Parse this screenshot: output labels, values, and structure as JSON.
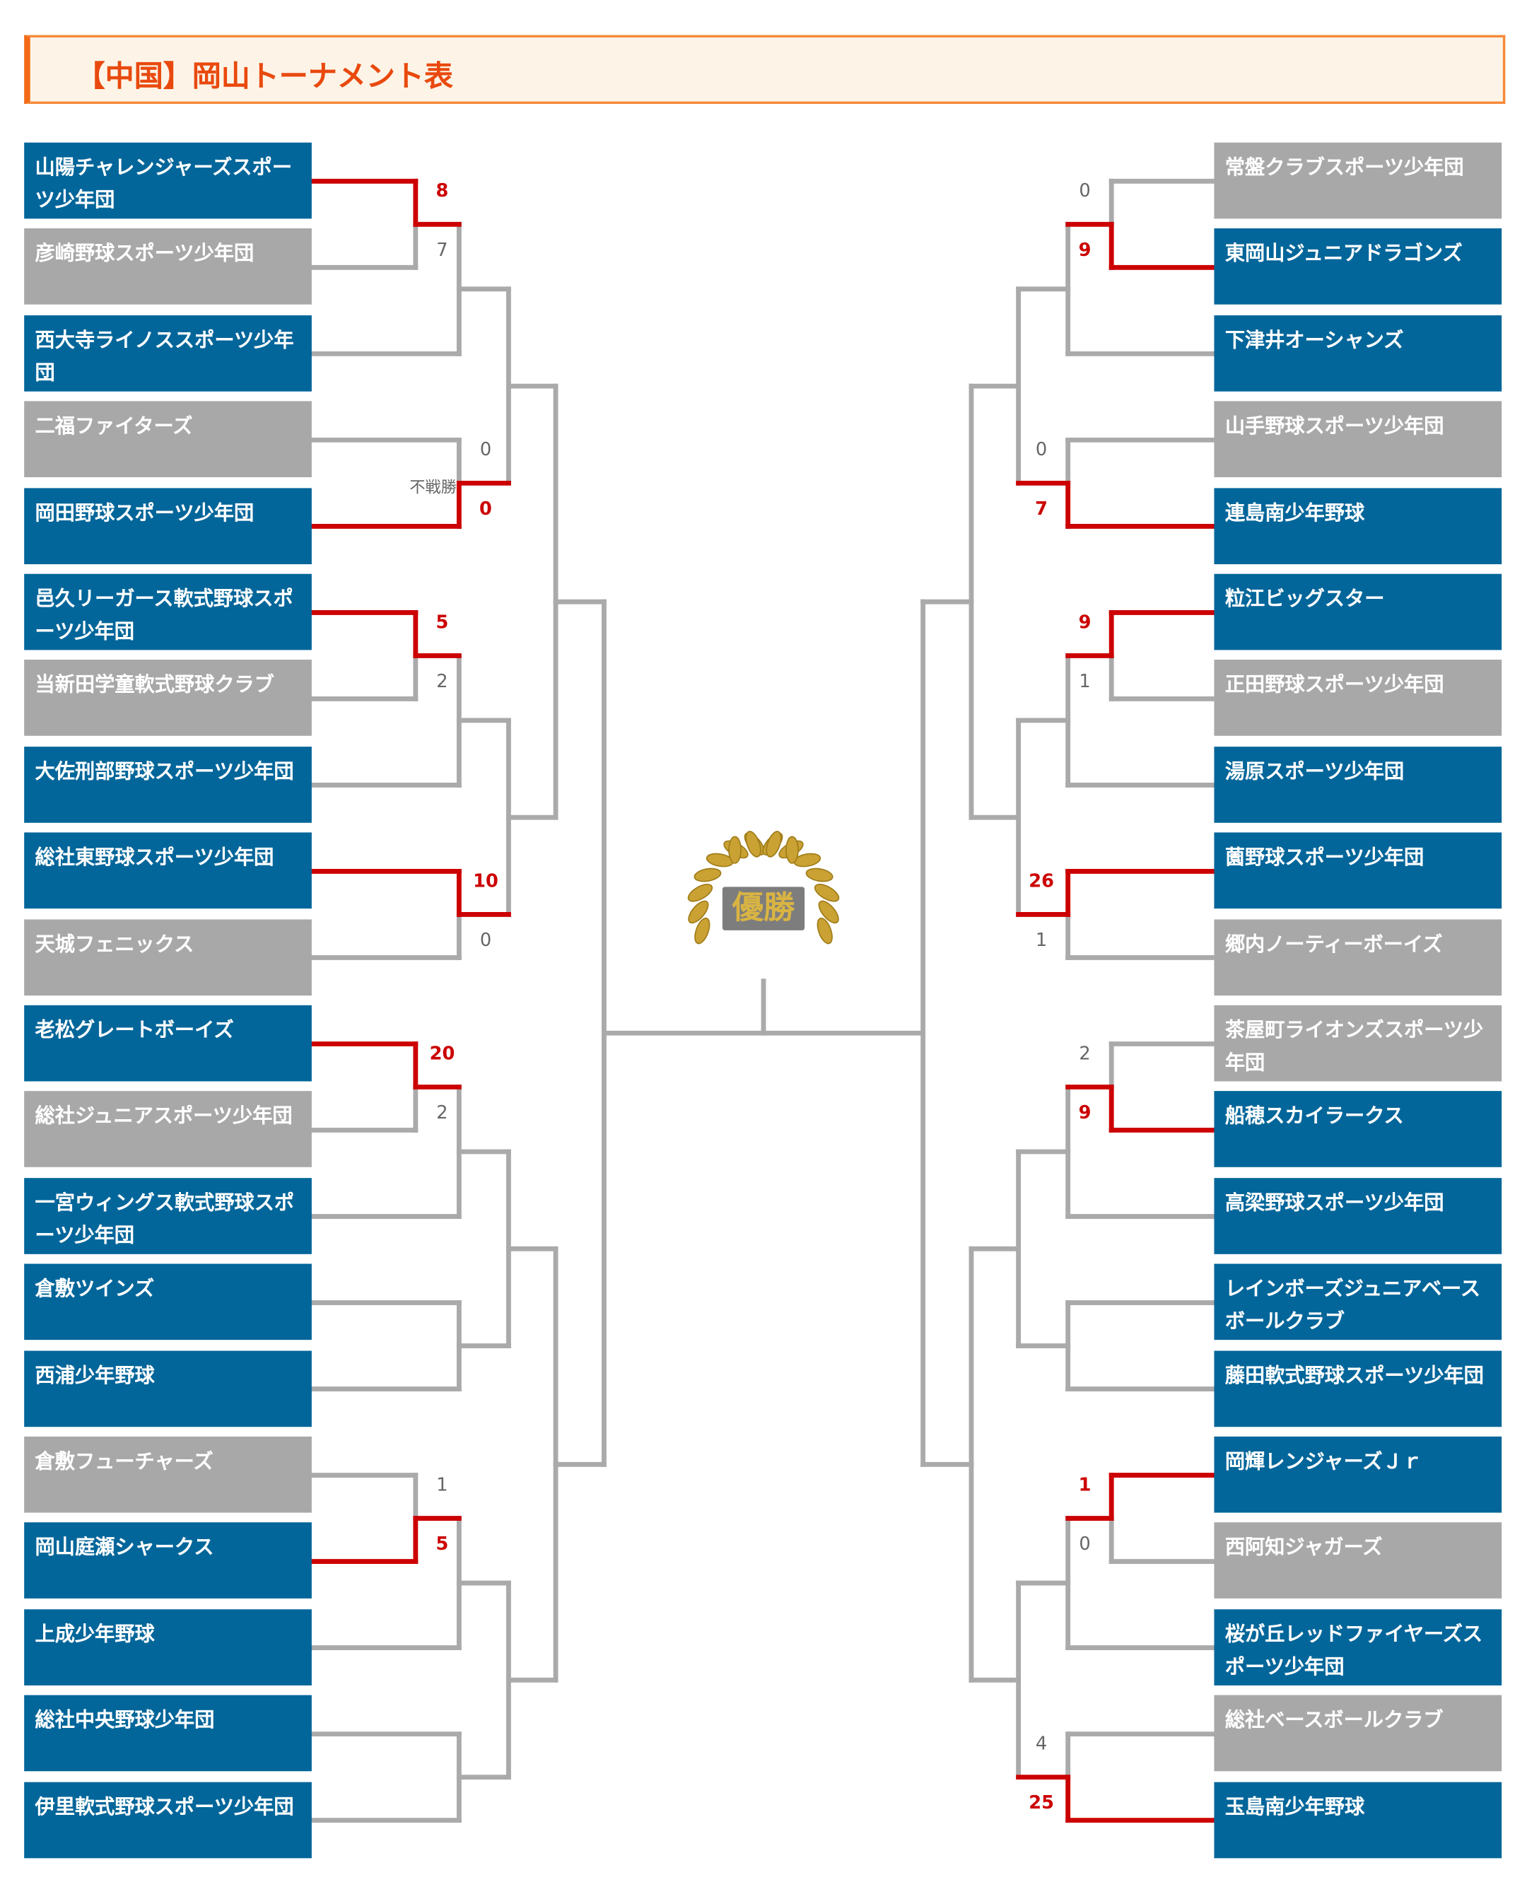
{
  "title": "【中国】岡山トーナメント表",
  "trophy_label": "優勝",
  "colors": {
    "winner_box": "#03669a",
    "loser_box": "#a8a8a8",
    "win_line": "#cc0000",
    "line": "#aaaaaa",
    "title": "#e9490e"
  },
  "left": {
    "teams": [
      {
        "name": "山陽チャレンジャーズスポーツ少年団",
        "status": "win"
      },
      {
        "name": "彦崎野球スポーツ少年団",
        "status": "lose"
      },
      {
        "name": "西大寺ライノススポーツ少年団",
        "status": "win"
      },
      {
        "name": "二福ファイターズ",
        "status": "lose"
      },
      {
        "name": "岡田野球スポーツ少年団",
        "status": "win"
      },
      {
        "name": "邑久リーガース軟式野球スポーツ少年団",
        "status": "win"
      },
      {
        "name": "当新田学童軟式野球クラブ",
        "status": "lose"
      },
      {
        "name": "大佐刑部野球スポーツ少年団",
        "status": "win"
      },
      {
        "name": "総社東野球スポーツ少年団",
        "status": "win"
      },
      {
        "name": "天城フェニックス",
        "status": "lose"
      },
      {
        "name": "老松グレートボーイズ",
        "status": "win"
      },
      {
        "name": "総社ジュニアスポーツ少年団",
        "status": "lose"
      },
      {
        "name": "一宮ウィングス軟式野球スポーツ少年団",
        "status": "win"
      },
      {
        "name": "倉敷ツインズ",
        "status": "win"
      },
      {
        "name": "西浦少年野球",
        "status": "win"
      },
      {
        "name": "倉敷フューチャーズ",
        "status": "lose"
      },
      {
        "name": "岡山庭瀬シャークス",
        "status": "win"
      },
      {
        "name": "上成少年野球",
        "status": "win"
      },
      {
        "name": "総社中央野球少年団",
        "status": "win"
      },
      {
        "name": "伊里軟式野球スポーツ少年団",
        "status": "win"
      }
    ],
    "matches": {
      "0-1": {
        "scores": [
          "8",
          "7"
        ],
        "winner": 0
      },
      "3-4": {
        "scores": [
          "0",
          "0"
        ],
        "winner": 1,
        "note": "不戦勝"
      },
      "5-6": {
        "scores": [
          "5",
          "2"
        ],
        "winner": 0
      },
      "8-9": {
        "scores": [
          "10",
          "0"
        ],
        "winner": 0
      },
      "10-11": {
        "scores": [
          "20",
          "2"
        ],
        "winner": 0
      },
      "15-16": {
        "scores": [
          "1",
          "5"
        ],
        "winner": 1
      }
    }
  },
  "right": {
    "teams": [
      {
        "name": "常盤クラブスポーツ少年団",
        "status": "lose"
      },
      {
        "name": "東岡山ジュニアドラゴンズ",
        "status": "win"
      },
      {
        "name": "下津井オーシャンズ",
        "status": "win"
      },
      {
        "name": "山手野球スポーツ少年団",
        "status": "lose"
      },
      {
        "name": "連島南少年野球",
        "status": "win"
      },
      {
        "name": "粒江ビッグスター",
        "status": "win"
      },
      {
        "name": "正田野球スポーツ少年団",
        "status": "lose"
      },
      {
        "name": "湯原スポーツ少年団",
        "status": "win"
      },
      {
        "name": "薗野球スポーツ少年団",
        "status": "win"
      },
      {
        "name": "郷内ノーティーボーイズ",
        "status": "lose"
      },
      {
        "name": "茶屋町ライオンズスポーツ少年団",
        "status": "lose"
      },
      {
        "name": "船穂スカイラークス",
        "status": "win"
      },
      {
        "name": "高梁野球スポーツ少年団",
        "status": "win"
      },
      {
        "name": "レインボーズジュニアベースボールクラブ",
        "status": "win"
      },
      {
        "name": "藤田軟式野球スポーツ少年団",
        "status": "win"
      },
      {
        "name": "岡輝レンジャーズＪｒ",
        "status": "win"
      },
      {
        "name": "西阿知ジャガーズ",
        "status": "lose"
      },
      {
        "name": "桜が丘レッドファイヤーズスポーツ少年団",
        "status": "win"
      },
      {
        "name": "総社ベースボールクラブ",
        "status": "lose"
      },
      {
        "name": "玉島南少年野球",
        "status": "win"
      }
    ],
    "matches": {
      "0-1": {
        "scores": [
          "0",
          "9"
        ],
        "winner": 1
      },
      "3-4": {
        "scores": [
          "0",
          "7"
        ],
        "winner": 1
      },
      "5-6": {
        "scores": [
          "9",
          "1"
        ],
        "winner": 0
      },
      "8-9": {
        "scores": [
          "26",
          "1"
        ],
        "winner": 0
      },
      "10-11": {
        "scores": [
          "2",
          "9"
        ],
        "winner": 1
      },
      "15-16": {
        "scores": [
          "1",
          "0"
        ],
        "winner": 0
      },
      "18-19": {
        "scores": [
          "4",
          "25"
        ],
        "winner": 1
      }
    }
  }
}
